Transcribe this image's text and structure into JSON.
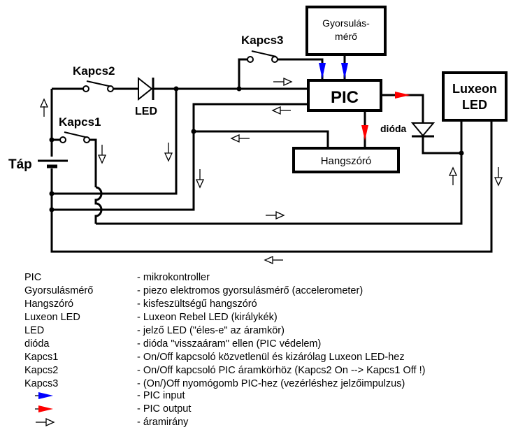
{
  "diagram": {
    "components": {
      "pic": "PIC",
      "accelerometer_line1": "Gyorsulás-",
      "accelerometer_line2": "mérő",
      "speaker": "Hangszóró",
      "luxeon_line1": "Luxeon",
      "luxeon_line2": "LED",
      "led": "LED",
      "diode": "dióda",
      "battery": "Táp",
      "switch1": "Kapcs1",
      "switch2": "Kapcs2",
      "switch3": "Kapcs3"
    },
    "colors": {
      "pic_input": "#0000ff",
      "pic_output": "#ff0000",
      "wire": "#000000"
    }
  },
  "legend": [
    {
      "name": "PIC",
      "desc": "- mikrokontroller"
    },
    {
      "name": "Gyorsulásmérő",
      "desc": "- piezo elektromos gyorsulásmérő (accelerometer)"
    },
    {
      "name": "Hangszóró",
      "desc": "- kisfeszültségű hangszóró"
    },
    {
      "name": "Luxeon LED",
      "desc": "- Luxeon Rebel LED (királykék)"
    },
    {
      "name": "LED",
      "desc": "- jelző LED (\"éles-e\" az áramkör)"
    },
    {
      "name": "dióda",
      "desc": "- dióda \"visszaáram\" ellen (PIC védelem)"
    },
    {
      "name": "Kapcs1",
      "desc": "- On/Off kapcsoló közvetlenül és kizárólag Luxeon LED-hez"
    },
    {
      "name": "Kapcs2",
      "desc": "- On/Off kapcsoló PIC áramkörhöz (Kapcs2 On --> Kapcs1 Off !)"
    },
    {
      "name": "Kapcs3",
      "desc": "- (On/)Off nyomógomb PIC-hez (vezérléshez jelzőimpulzus)"
    },
    {
      "symbol": "blue-arrow",
      "desc": "- PIC input"
    },
    {
      "symbol": "red-arrow",
      "desc": "- PIC output"
    },
    {
      "symbol": "current-arrow",
      "desc": "- áramirány"
    }
  ]
}
